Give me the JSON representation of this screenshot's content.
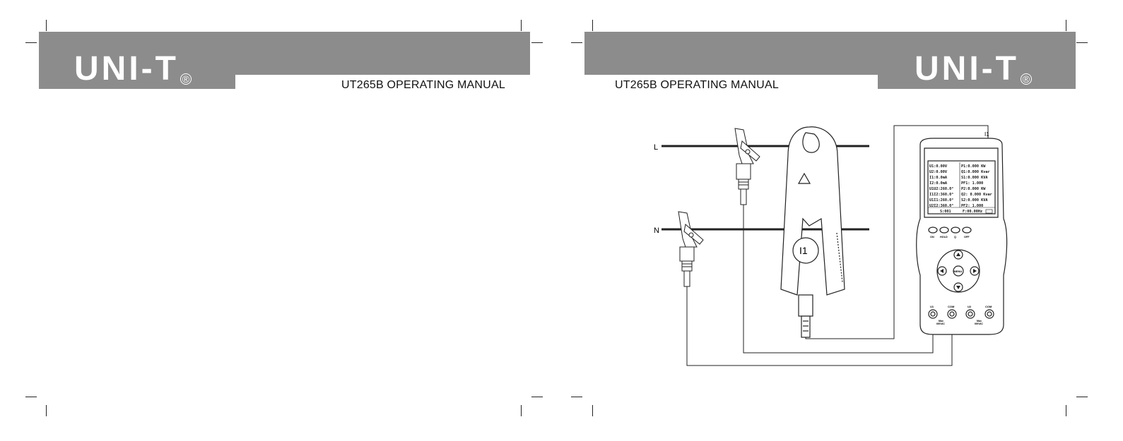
{
  "left_page": {
    "header_title": "UT265B OPERATING MANUAL",
    "logo_text": "UNI-T",
    "logo_mark": "®"
  },
  "right_page": {
    "header_title": "UT265B OPERATING MANUAL",
    "logo_text": "UNI-T",
    "logo_mark": "®"
  },
  "diagram": {
    "line_label_l": "L",
    "line_label_n": "N",
    "clamp_label": "I1",
    "lead_label_i1": "I1",
    "lcd_left": [
      "U1:0.00V",
      "U2:0.00V",
      "I1:0.0mA",
      "I2:0.0mA",
      "U1U2:260.0°",
      "I1I2:360.0°",
      "U1I1:260.0°",
      "U2I2:360.0°"
    ],
    "lcd_right": [
      "P1:0.000 KW",
      "Q1:0.000 Kvar",
      "S1:0.000 KVA",
      "PF1: 1.000",
      "P2:0.000 KW",
      "Q2: 0.000 Kvar",
      "S2:0.000 KVA",
      "PF2: 1.000"
    ],
    "lcd_status_left": "S:001",
    "lcd_status_right": "F:00.00Hz",
    "buttons": [
      "ON",
      "HOLD",
      "Q",
      "OFF"
    ],
    "nav_center": "MENU",
    "terminals": [
      "U1",
      "COM",
      "U2",
      "COM"
    ],
    "terminal_rating": "Max",
    "terminal_rating_value": "600VAC"
  },
  "colors": {
    "band": "#8c8c8c",
    "ink": "#111111",
    "paper": "#ffffff"
  }
}
